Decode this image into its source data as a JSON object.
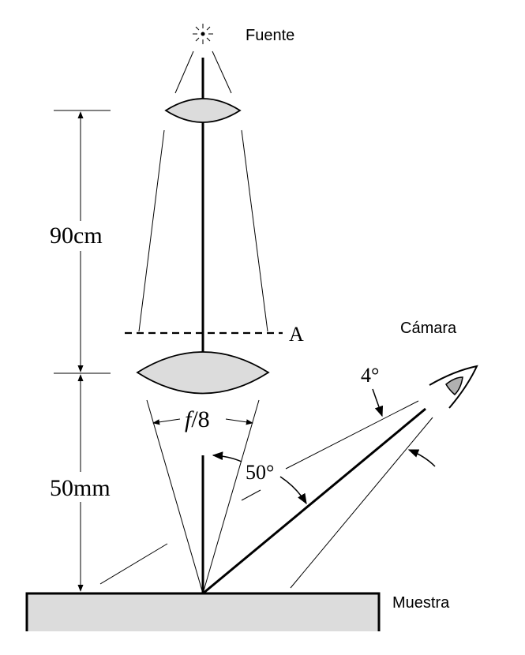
{
  "labels": {
    "source": "Fuente",
    "camera": "Cámara",
    "sample": "Muestra",
    "plane_a": "A",
    "distance_upper": "90cm",
    "distance_lower": "50mm",
    "aperture_italic": "f",
    "aperture_rest": "/8",
    "angle_small": "4°",
    "angle_large": "50°"
  },
  "colors": {
    "lens_fill": "#dcdcdc",
    "sample_fill": "#dcdcdc",
    "eye_iris": "#b0b0b0",
    "line": "#000000"
  },
  "icons": {
    "source": "light-source-icon",
    "camera": "eye-icon"
  }
}
